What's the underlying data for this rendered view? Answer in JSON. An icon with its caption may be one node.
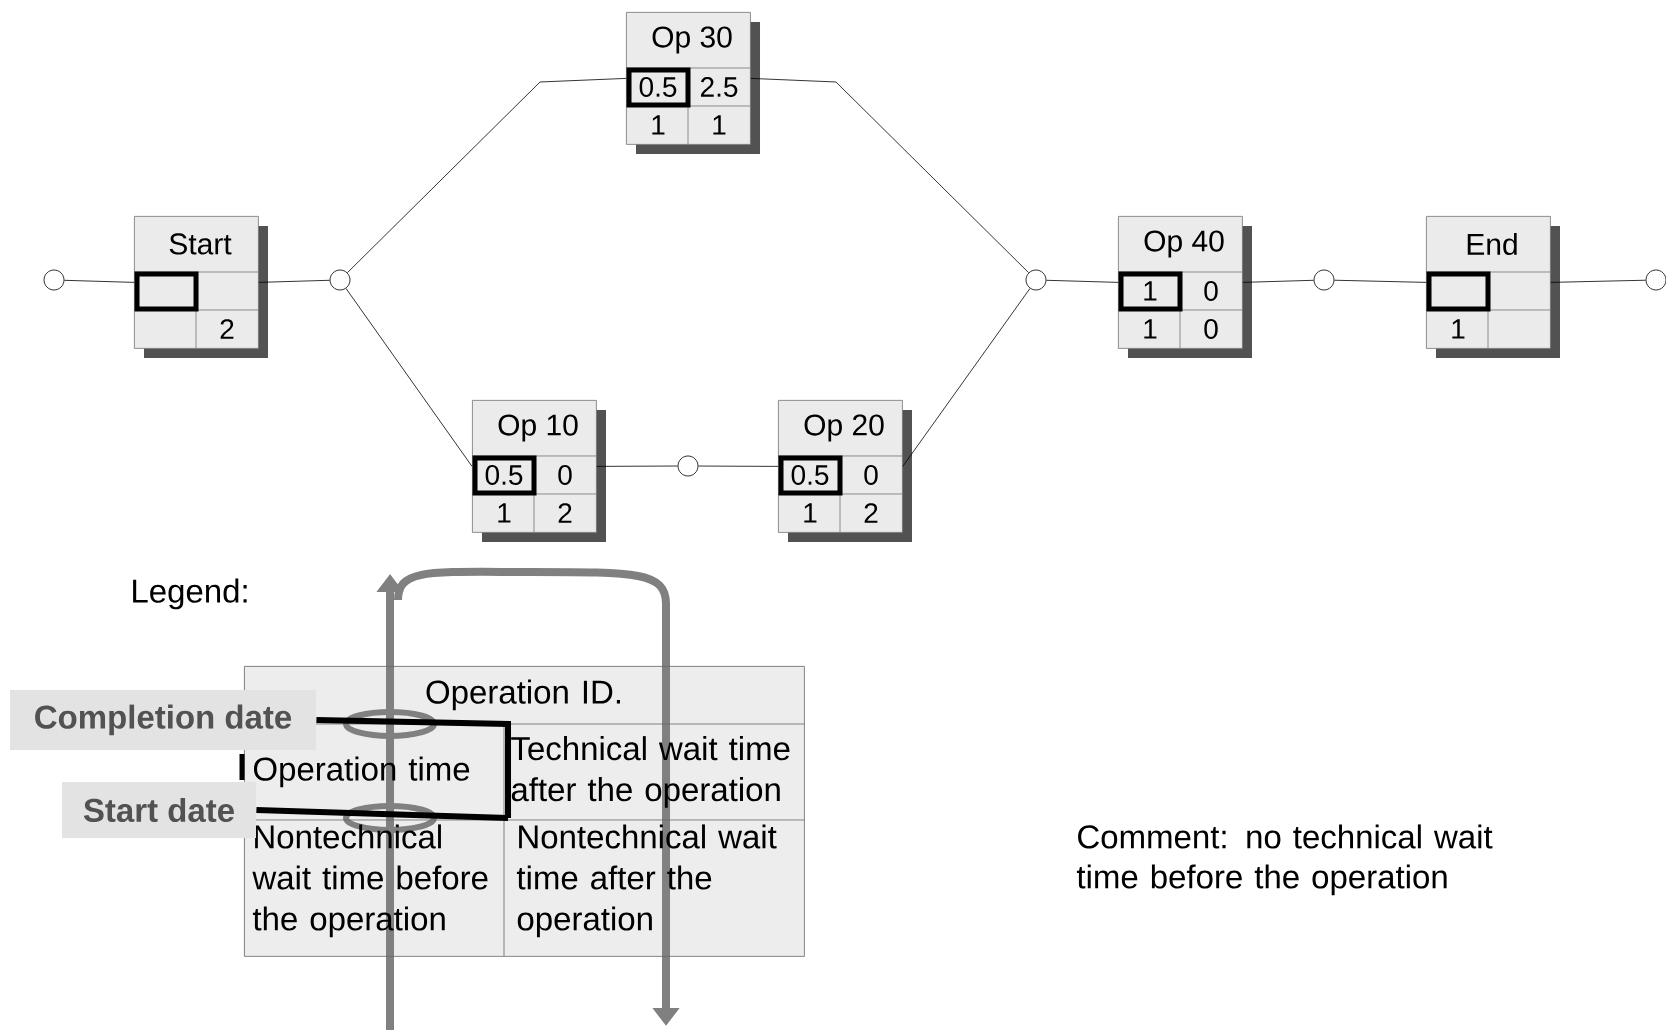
{
  "diagram": {
    "nodes": [
      {
        "text": [],
        "shape": "circle"
      },
      {
        "text": [
          "Start",
          "2"
        ]
      },
      {
        "text": [],
        "shape": "circle"
      },
      {
        "text": [
          "Op 30",
          "0.5",
          "2.5",
          "1",
          "1"
        ]
      },
      {
        "text": [
          "Op 10",
          "0.5",
          "0",
          "1",
          "2"
        ]
      },
      {
        "text": [],
        "shape": "circle"
      },
      {
        "text": [
          "Op 20",
          "0.5",
          "0",
          "1",
          "2"
        ]
      },
      {
        "text": [],
        "shape": "circle"
      },
      {
        "text": [
          "Op 40",
          "1",
          "0",
          "1",
          "0"
        ]
      },
      {
        "text": [],
        "shape": "circle"
      },
      {
        "text": [
          "End",
          "1"
        ]
      },
      {
        "text": [],
        "shape": "circle"
      },
      {
        "text": [
          "Operation ID.",
          "Operation time",
          "Technical wait time after the operation",
          "Nontechnical wait time before the operation",
          "Nontechnical wait time after the operation"
        ]
      },
      {
        "text": [
          "Completion date"
        ]
      },
      {
        "text": [
          "Start date"
        ]
      }
    ],
    "edges": [
      {
        "from": 0,
        "to": 1,
        "arrow": "none"
      },
      {
        "from": 1,
        "to": 2,
        "arrow": "none"
      },
      {
        "from": 2,
        "to": 3,
        "arrow": "none"
      },
      {
        "from": 2,
        "to": 4,
        "arrow": "none"
      },
      {
        "from": 4,
        "to": 5,
        "arrow": "none"
      },
      {
        "from": 5,
        "to": 6,
        "arrow": "none"
      },
      {
        "from": 3,
        "to": 7,
        "arrow": "none"
      },
      {
        "from": 6,
        "to": 7,
        "arrow": "none"
      },
      {
        "from": 7,
        "to": 8,
        "arrow": "none"
      },
      {
        "from": 8,
        "to": 9,
        "arrow": "none"
      },
      {
        "from": 9,
        "to": 10,
        "arrow": "none"
      },
      {
        "from": 10,
        "to": 11,
        "arrow": "none"
      },
      {
        "from": 13,
        "to": 12,
        "arrow": "none",
        "style": "thick"
      },
      {
        "from": 14,
        "to": 12,
        "arrow": "none",
        "style": "thick"
      }
    ],
    "labels": [
      "Legend:",
      "Comment: no technical wait time before the operation"
    ]
  }
}
